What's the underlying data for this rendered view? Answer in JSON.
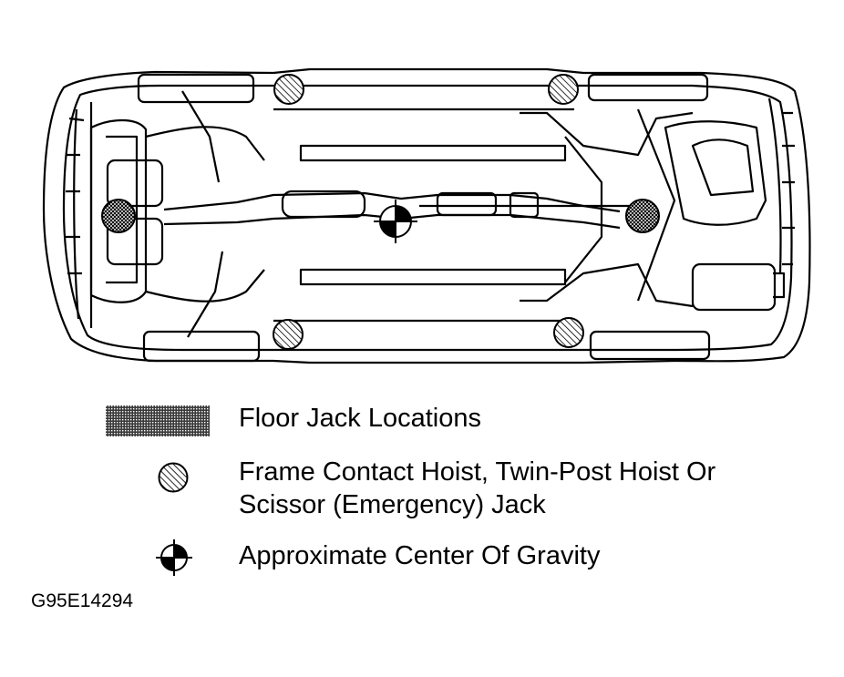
{
  "legend": {
    "floor_jack": "Floor Jack Locations",
    "frame_contact": "Frame Contact Hoist, Twin-Post Hoist Or\nScissor (Emergency) Jack",
    "center_gravity": "Approximate Center Of Gravity"
  },
  "figure_code": "G95E14294",
  "colors": {
    "ink": "#000000",
    "paper": "#ffffff",
    "pattern_fill": "#555555"
  }
}
